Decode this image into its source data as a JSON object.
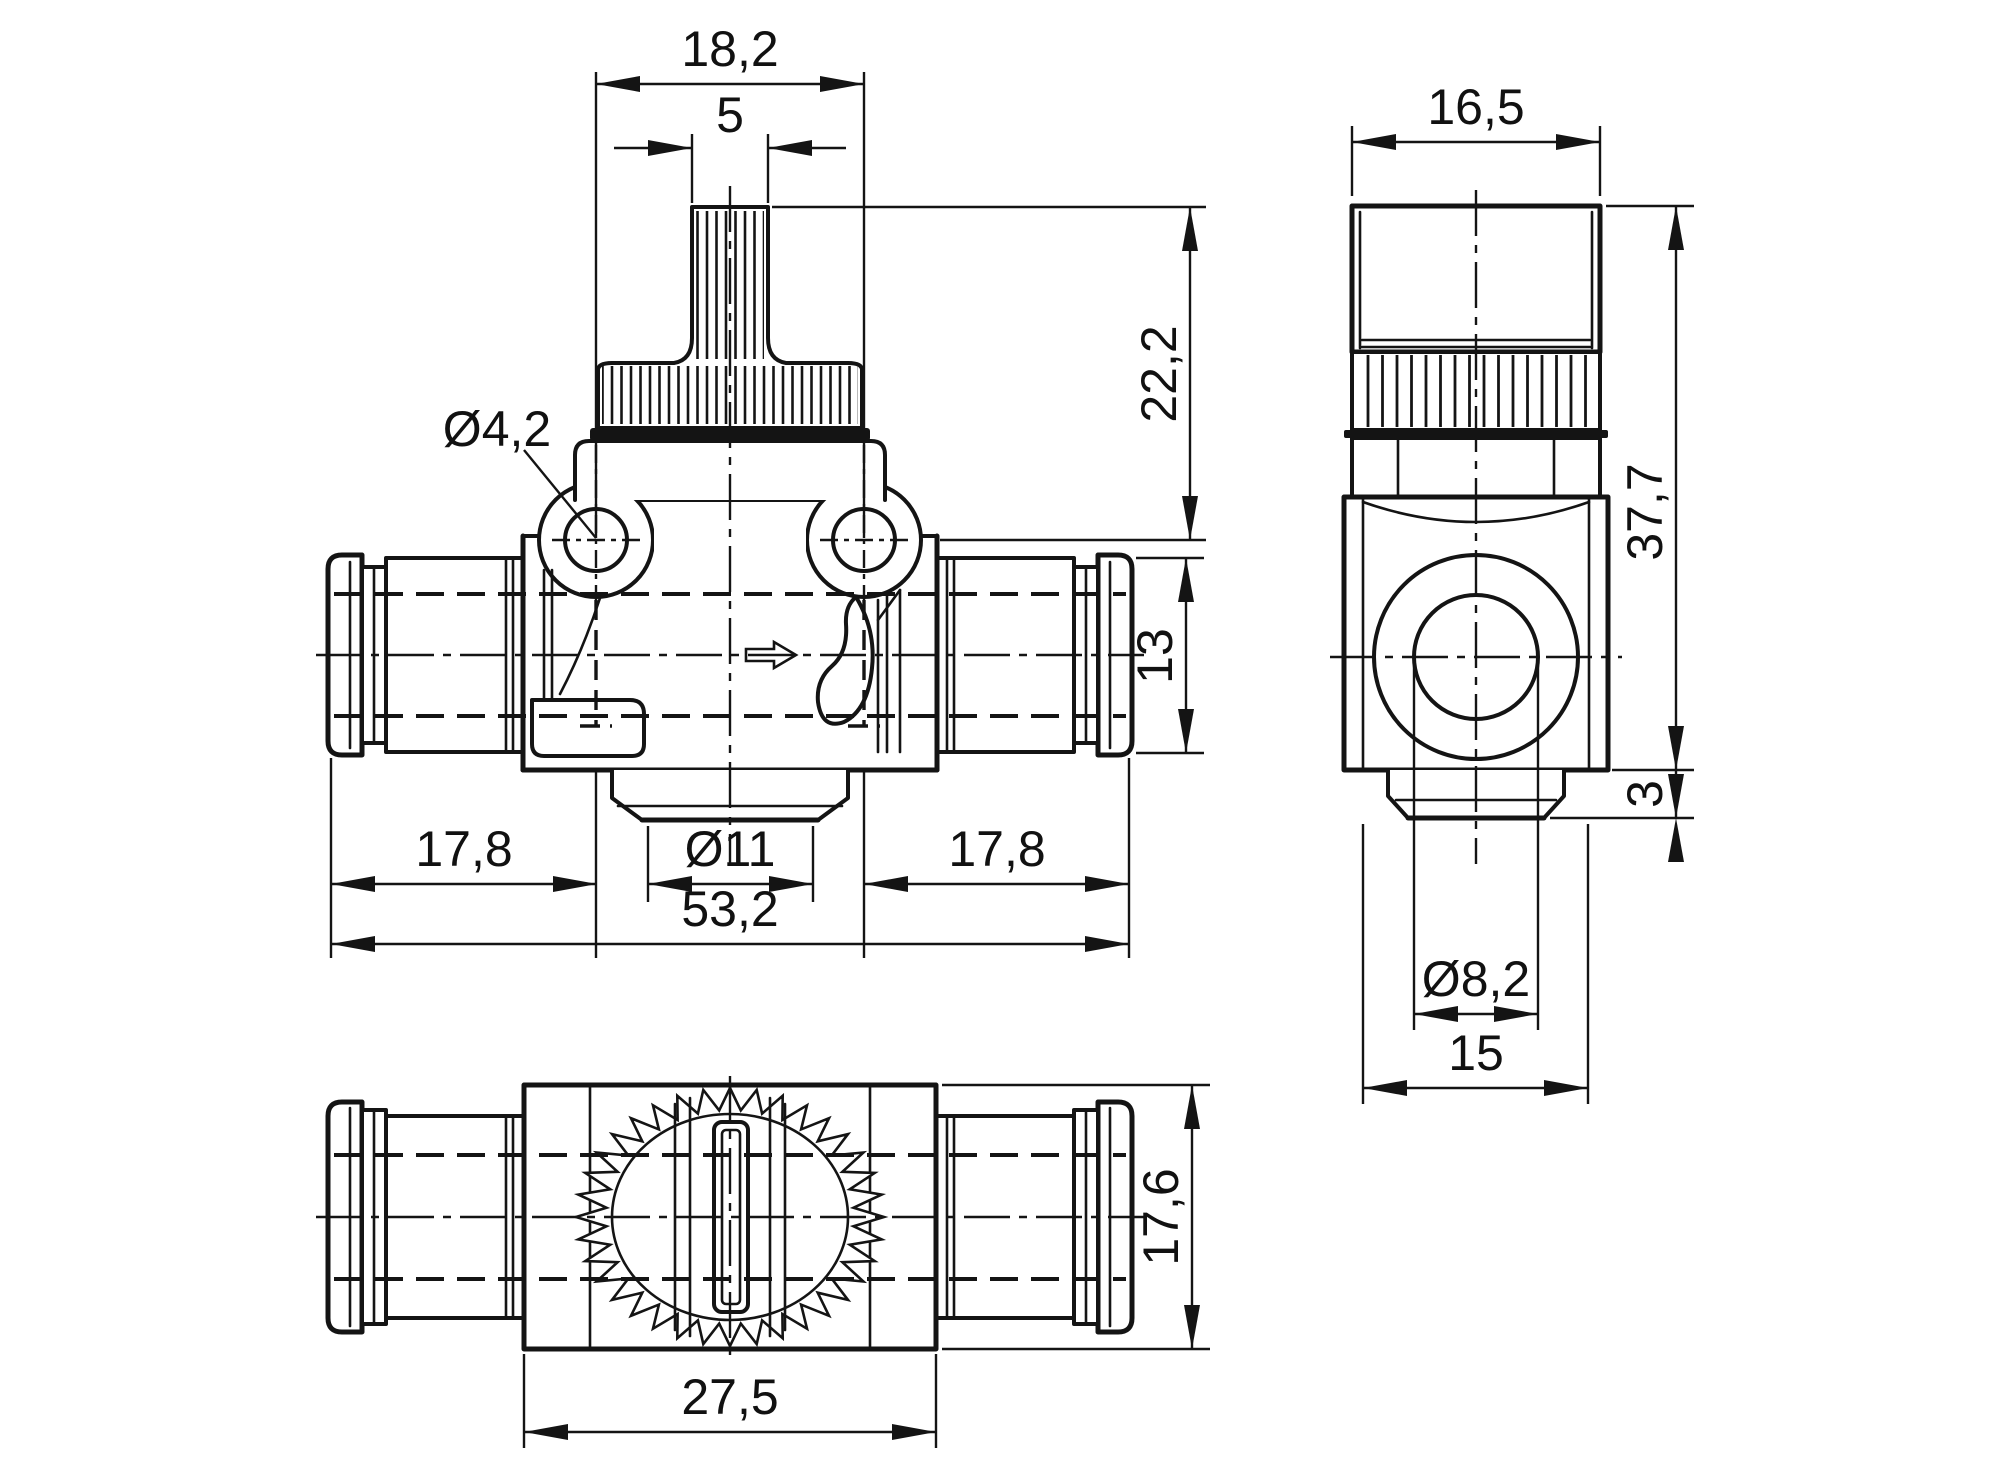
{
  "drawing": {
    "background": "#ffffff",
    "line_color": "#141414",
    "front_view": {
      "dim_knob_width": "18,2",
      "dim_stem_width": "5",
      "dim_mount_hole": "Ø4,2",
      "dim_upper_height": "22,2",
      "dim_fitting_height": "13",
      "dim_left_fitting": "17,8",
      "dim_port": "Ø11",
      "dim_right_fitting": "17,8",
      "dim_overall_length": "53,2"
    },
    "side_view": {
      "dim_knob_cap": "16,5",
      "dim_overall_height": "37,7",
      "dim_boss_height": "3",
      "dim_bore": "Ø8,2",
      "dim_base_width": "15"
    },
    "bottom_view": {
      "dim_body_width": "27,5",
      "dim_body_height": "17,6"
    }
  }
}
